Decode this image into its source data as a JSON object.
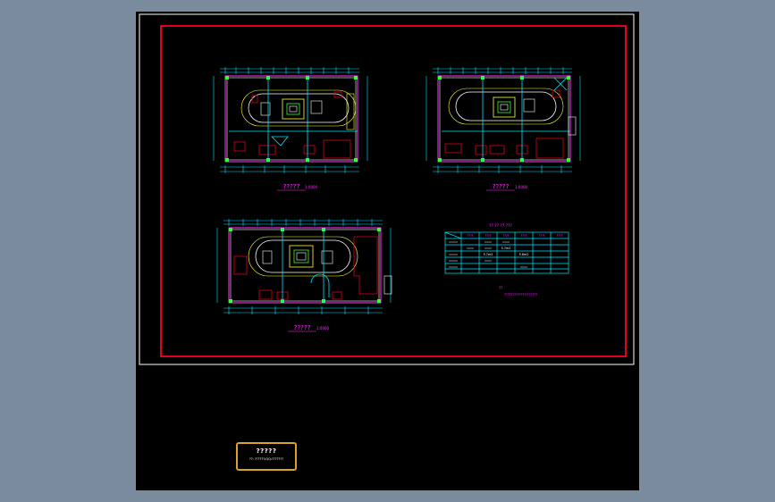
{
  "plans": [
    {
      "id": "plan-1",
      "title": "?????",
      "scale": "1:0000"
    },
    {
      "id": "plan-2",
      "title": "?????",
      "scale": "1:0000"
    },
    {
      "id": "plan-3",
      "title": "?????",
      "scale": "1:0000"
    }
  ],
  "schedule": {
    "title": "?? ?? ?? ???",
    "headers": [
      "????",
      "????",
      "????",
      "????",
      "????",
      "????"
    ],
    "cells": [
      "5.7m2",
      "5.7m2",
      "5.6m2"
    ]
  },
  "notes": {
    "marker": "??",
    "text": "????????????????????"
  },
  "stamp": {
    "line1": "?????",
    "line2": "??: ??????/QQ:???????"
  },
  "colors": {
    "background": "#7b8b9e",
    "canvas": "#000000",
    "frame_red": "#e0001a",
    "cyan": "#00e5ff",
    "magenta": "#ff33ff",
    "yellow": "#ffff33",
    "green": "#33ff33",
    "stamp_border": "#d9a520"
  }
}
